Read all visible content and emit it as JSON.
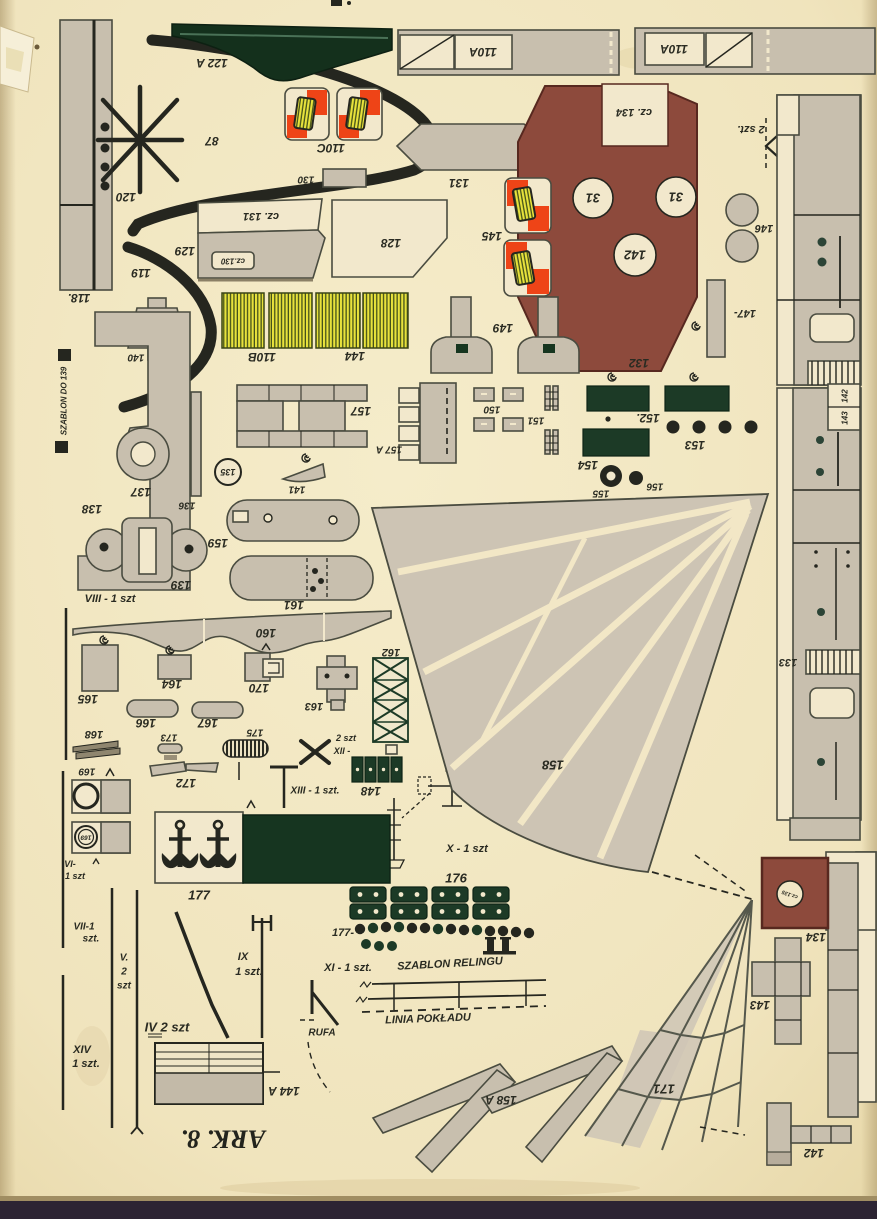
{
  "sheet": {
    "name": "paper-model-cutout-sheet",
    "ark": "ARK. 8."
  },
  "labels": {
    "p118": "118.",
    "p120": "120",
    "p87": "87",
    "p122a": "122 A",
    "p110a": "110A",
    "szt2": "2 szt.",
    "p110c": "110C",
    "p130": "130",
    "p131": "131",
    "cz131": "cz. 131",
    "p129": "129",
    "cz130": "cz.130",
    "p128": "128",
    "p119": "119",
    "cz134": "cz. 134",
    "p31": "31",
    "c142": "142",
    "p132": "132",
    "p145": "145",
    "p146": "146",
    "p147": "147-",
    "p149": "149",
    "p140": "140",
    "p110b": "110B",
    "p144": "144",
    "szablon139": "SZABLON DO 139",
    "p138": "138",
    "p137": "137",
    "p136": "136",
    "p135": "135",
    "p141": "141",
    "p139": "139",
    "p157": "157",
    "p157a": "157 A",
    "p150": "150",
    "p151": "151",
    "p152": "152.",
    "p153": "153",
    "p154": "154",
    "p155": "155",
    "p156": "156",
    "p159": "159",
    "p161": "161",
    "p160": "160",
    "viii": "VIII - 1 szt",
    "p165": "165",
    "p164": "164",
    "p170": "170",
    "p163": "163",
    "p162": "162",
    "p166": "166",
    "p167": "167",
    "p168": "168",
    "p173": "173",
    "p175": "175",
    "p172": "172",
    "xii_qty": "2 szt",
    "xii": "XII -",
    "xiii": "XIII - 1 szt.",
    "p148": "148",
    "x1": "X - 1 szt",
    "p176": "176",
    "p177d": "177-",
    "p177": "177",
    "p169": "169",
    "vi1": "VI-",
    "vi2": "1 szt",
    "vii1": "VII-1",
    "vii2": "szt.",
    "v1": "V.",
    "v2": "2",
    "v3": "szt",
    "xiv1": "XIV",
    "xiv2": "1 szt.",
    "ix1": "IX",
    "ix2": "1 szt.",
    "iv": "IV 2 szt",
    "xi": "XI - 1 szt.",
    "szrel": "SZABLON RELINGU",
    "linia": "LINIA POKŁADU",
    "rufa": "RUFA",
    "p144a": "144 A",
    "ark": "ARK. 8.",
    "p158": "158",
    "p158a": "158 A",
    "p171": "171",
    "p133": "133",
    "p134": "134",
    "cz135": "cz.135",
    "p143": "143",
    "p142": "142",
    "s142": "142",
    "s143": "143"
  },
  "colors": {
    "paper": "#f2e7c6",
    "maroon": "#8d4a3c",
    "dark_green": "#16351f",
    "red_orange": "#ee4417",
    "yellow": "#e8e23c",
    "part_gray": "#c8bfae",
    "ink": "#25261f"
  }
}
